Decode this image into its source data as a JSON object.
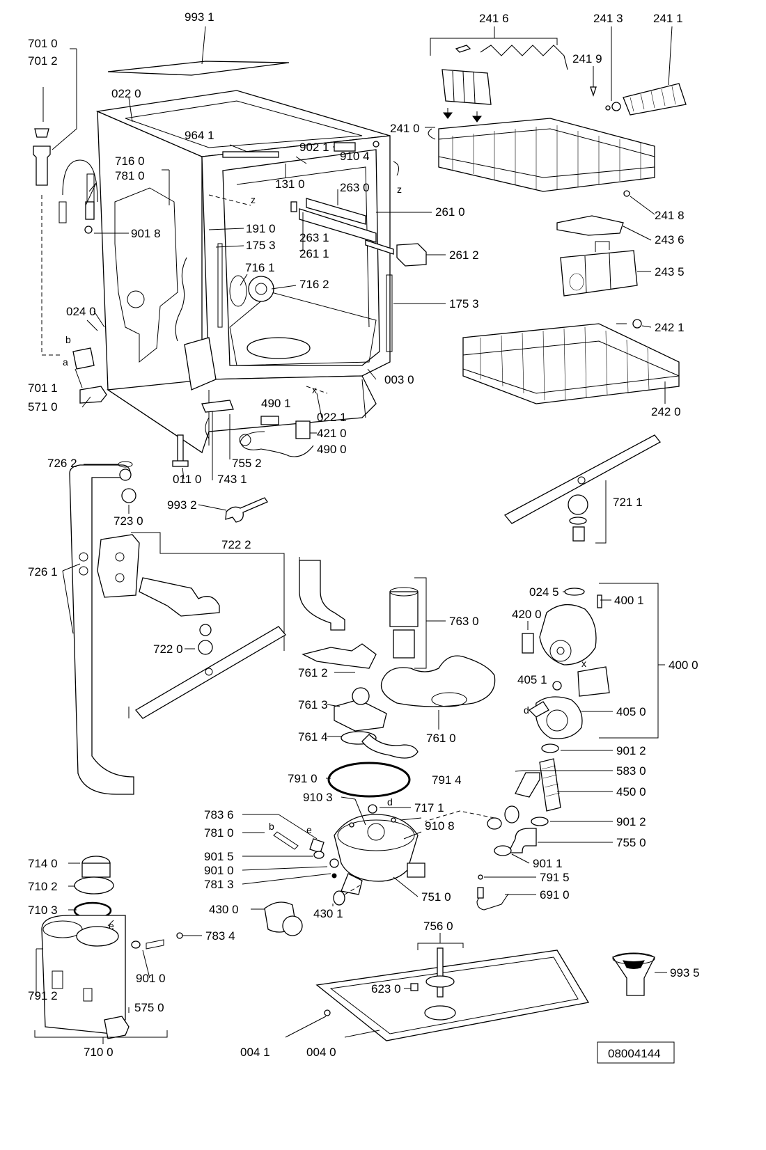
{
  "document_code": "08004144",
  "callouts": [
    {
      "id": "c_993_1",
      "text": "993 1"
    },
    {
      "id": "c_241_6",
      "text": "241 6"
    },
    {
      "id": "c_241_3",
      "text": "241 3"
    },
    {
      "id": "c_241_1",
      "text": "241 1"
    },
    {
      "id": "c_701_0",
      "text": "701 0"
    },
    {
      "id": "c_701_2",
      "text": "701 2"
    },
    {
      "id": "c_241_9",
      "text": "241 9"
    },
    {
      "id": "c_022_0",
      "text": "022 0"
    },
    {
      "id": "c_964_1",
      "text": "964 1"
    },
    {
      "id": "c_241_0",
      "text": "241 0"
    },
    {
      "id": "c_902_1",
      "text": "902 1"
    },
    {
      "id": "c_716_0",
      "text": "716 0"
    },
    {
      "id": "c_910_4",
      "text": "910 4"
    },
    {
      "id": "c_781_0a",
      "text": "781 0"
    },
    {
      "id": "c_131_0",
      "text": "131 0"
    },
    {
      "id": "c_263_0",
      "text": "263 0"
    },
    {
      "id": "c_261_0",
      "text": "261 0"
    },
    {
      "id": "c_241_8",
      "text": "241 8"
    },
    {
      "id": "c_901_8",
      "text": "901 8"
    },
    {
      "id": "c_191_0",
      "text": "191 0"
    },
    {
      "id": "c_263_1",
      "text": "263 1"
    },
    {
      "id": "c_175_3a",
      "text": "175 3"
    },
    {
      "id": "c_261_1",
      "text": "261 1"
    },
    {
      "id": "c_243_6",
      "text": "243 6"
    },
    {
      "id": "c_261_2",
      "text": "261 2"
    },
    {
      "id": "c_716_1",
      "text": "716 1"
    },
    {
      "id": "c_243_5",
      "text": "243 5"
    },
    {
      "id": "c_716_2",
      "text": "716 2"
    },
    {
      "id": "c_175_3b",
      "text": "175 3"
    },
    {
      "id": "c_024_0",
      "text": "024 0"
    },
    {
      "id": "c_242_1",
      "text": "242 1"
    },
    {
      "id": "c_003_0",
      "text": "003 0"
    },
    {
      "id": "c_701_1",
      "text": "701 1"
    },
    {
      "id": "c_571_0",
      "text": "571 0"
    },
    {
      "id": "c_490_1",
      "text": "490 1"
    },
    {
      "id": "c_022_1",
      "text": "022 1"
    },
    {
      "id": "c_242_0",
      "text": "242 0"
    },
    {
      "id": "c_421_0",
      "text": "421 0"
    },
    {
      "id": "c_490_0",
      "text": "490 0"
    },
    {
      "id": "c_726_2",
      "text": "726 2"
    },
    {
      "id": "c_755_2",
      "text": "755 2"
    },
    {
      "id": "c_011_0",
      "text": "011 0"
    },
    {
      "id": "c_743_1",
      "text": "743 1"
    },
    {
      "id": "c_721_1",
      "text": "721 1"
    },
    {
      "id": "c_993_2",
      "text": "993 2"
    },
    {
      "id": "c_723_0",
      "text": "723 0"
    },
    {
      "id": "c_722_2",
      "text": "722 2"
    },
    {
      "id": "c_726_1",
      "text": "726 1"
    },
    {
      "id": "c_024_5",
      "text": "024 5"
    },
    {
      "id": "c_400_1",
      "text": "400 1"
    },
    {
      "id": "c_763_0",
      "text": "763 0"
    },
    {
      "id": "c_420_0",
      "text": "420 0"
    },
    {
      "id": "c_722_0",
      "text": "722 0"
    },
    {
      "id": "c_400_0",
      "text": "400 0"
    },
    {
      "id": "c_761_2",
      "text": "761 2"
    },
    {
      "id": "c_405_1",
      "text": "405 1"
    },
    {
      "id": "c_761_3",
      "text": "761 3"
    },
    {
      "id": "c_405_0",
      "text": "405 0"
    },
    {
      "id": "c_761_4",
      "text": "761 4"
    },
    {
      "id": "c_761_0",
      "text": "761 0"
    },
    {
      "id": "c_901_2a",
      "text": "901 2"
    },
    {
      "id": "c_791_0",
      "text": "791 0"
    },
    {
      "id": "c_583_0",
      "text": "583 0"
    },
    {
      "id": "c_791_4",
      "text": "791 4"
    },
    {
      "id": "c_910_3",
      "text": "910 3"
    },
    {
      "id": "c_450_0",
      "text": "450 0"
    },
    {
      "id": "c_717_1",
      "text": "717 1"
    },
    {
      "id": "c_783_6",
      "text": "783 6"
    },
    {
      "id": "c_901_2b",
      "text": "901 2"
    },
    {
      "id": "c_910_8",
      "text": "910 8"
    },
    {
      "id": "c_781_0b",
      "text": "781 0"
    },
    {
      "id": "c_755_0",
      "text": "755 0"
    },
    {
      "id": "c_714_0",
      "text": "714 0"
    },
    {
      "id": "c_901_5",
      "text": "901 5"
    },
    {
      "id": "c_901_1",
      "text": "901 1"
    },
    {
      "id": "c_901_0a",
      "text": "901 0"
    },
    {
      "id": "c_791_5",
      "text": "791 5"
    },
    {
      "id": "c_710_2",
      "text": "710 2"
    },
    {
      "id": "c_781_3",
      "text": "781 3"
    },
    {
      "id": "c_751_0",
      "text": "751 0"
    },
    {
      "id": "c_691_0",
      "text": "691 0"
    },
    {
      "id": "c_710_3",
      "text": "710 3"
    },
    {
      "id": "c_430_0",
      "text": "430 0"
    },
    {
      "id": "c_430_1",
      "text": "430 1"
    },
    {
      "id": "c_783_4",
      "text": "783 4"
    },
    {
      "id": "c_756_0",
      "text": "756 0"
    },
    {
      "id": "c_993_5",
      "text": "993 5"
    },
    {
      "id": "c_901_0b",
      "text": "901 0"
    },
    {
      "id": "c_623_0",
      "text": "623 0"
    },
    {
      "id": "c_791_2",
      "text": "791 2"
    },
    {
      "id": "c_575_0",
      "text": "575 0"
    },
    {
      "id": "c_710_0",
      "text": "710 0"
    },
    {
      "id": "c_004_1",
      "text": "004 1"
    },
    {
      "id": "c_004_0",
      "text": "004 0"
    }
  ],
  "letter_marks": [
    {
      "id": "m_z1",
      "text": "z"
    },
    {
      "id": "m_z2",
      "text": "z"
    },
    {
      "id": "m_a",
      "text": "a"
    },
    {
      "id": "m_b",
      "text": "b"
    },
    {
      "id": "m_x1",
      "text": "x"
    },
    {
      "id": "m_x2",
      "text": "x"
    },
    {
      "id": "m_d1",
      "text": "d"
    },
    {
      "id": "m_d2",
      "text": "d"
    },
    {
      "id": "m_b2",
      "text": "b"
    },
    {
      "id": "m_e1",
      "text": "e"
    },
    {
      "id": "m_e2",
      "text": "e"
    }
  ]
}
